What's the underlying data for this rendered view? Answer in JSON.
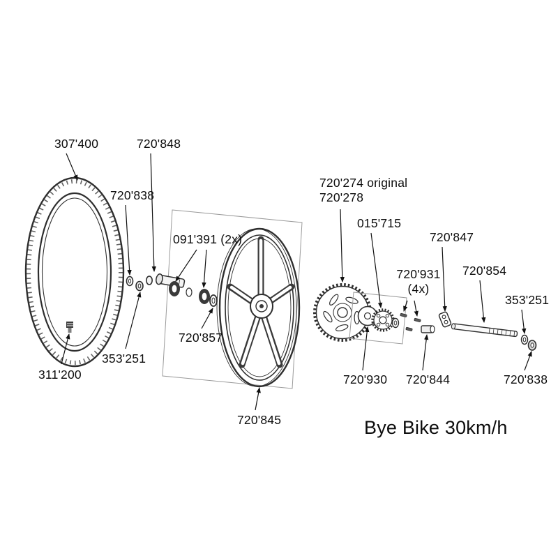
{
  "title": "Bye Bike 30km/h",
  "diagram": {
    "type": "exploded-parts-diagram",
    "subject": "wheel assembly with tire, rim, bearings, sprocket and axle"
  },
  "labels": {
    "l307400": "307'400",
    "l720848": "720'848",
    "l720838_left": "720'838",
    "l091391": "091'391 (2x)",
    "l720857": "720'857",
    "l353251_left": "353'251",
    "l311200": "311'200",
    "l720845": "720'845",
    "l720274": "720'274 original\n720'278",
    "l015715": "015'715",
    "l720847": "720'847",
    "l720931": "720'931\n(4x)",
    "l720854": "720'854",
    "l353251_right": "353'251",
    "l720930": "720'930",
    "l720844": "720'844",
    "l720838_right": "720'838"
  },
  "colors": {
    "line": "#2e2e2e",
    "light_line": "#9a9a9a",
    "text": "#0d0d0d"
  }
}
